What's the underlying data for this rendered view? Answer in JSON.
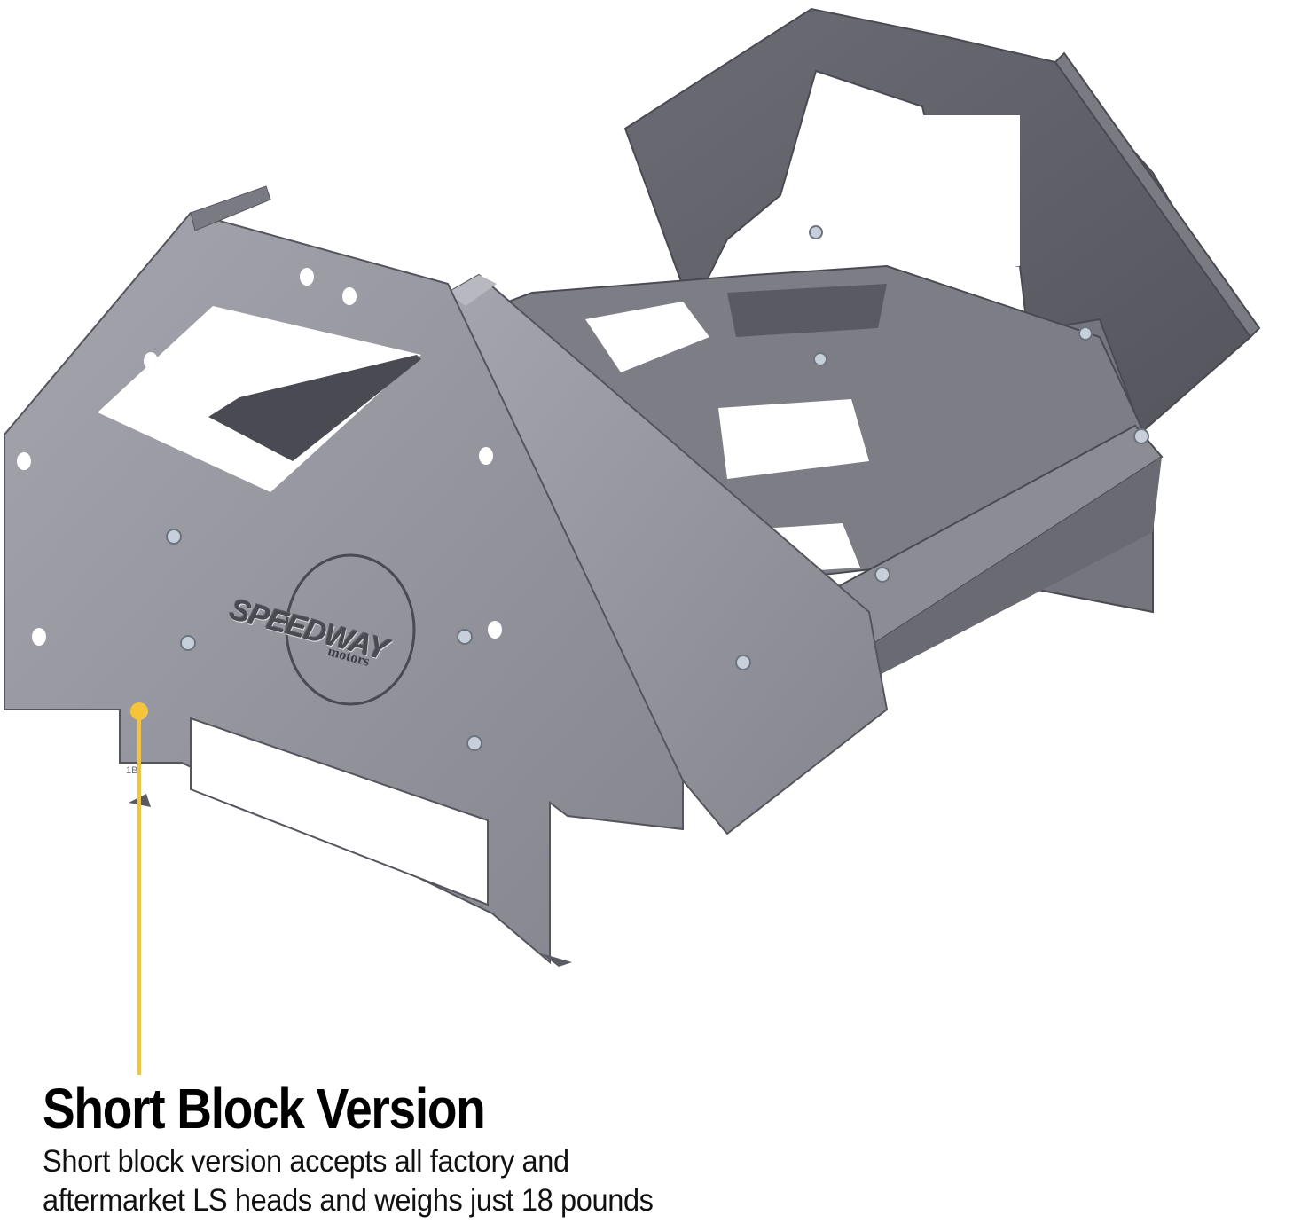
{
  "product": {
    "brand_logo_text": "SPEEDWAY",
    "brand_logo_sub": "motors",
    "part_mark": "1B",
    "description_alt": "Grey steel engine stand cradle (short block version) with bolted cross braces"
  },
  "callout": {
    "color": "#f5c43a",
    "title": "Short Block Version",
    "body_lines": [
      "Short block version accepts all factory and",
      "aftermarket LS heads and weighs just 18 pounds"
    ]
  },
  "colors": {
    "background": "#ffffff",
    "metal_light": "#9c9ca6",
    "metal_mid": "#86868f",
    "metal_dark": "#5e5e67",
    "metal_shadow": "#3f3f47"
  }
}
